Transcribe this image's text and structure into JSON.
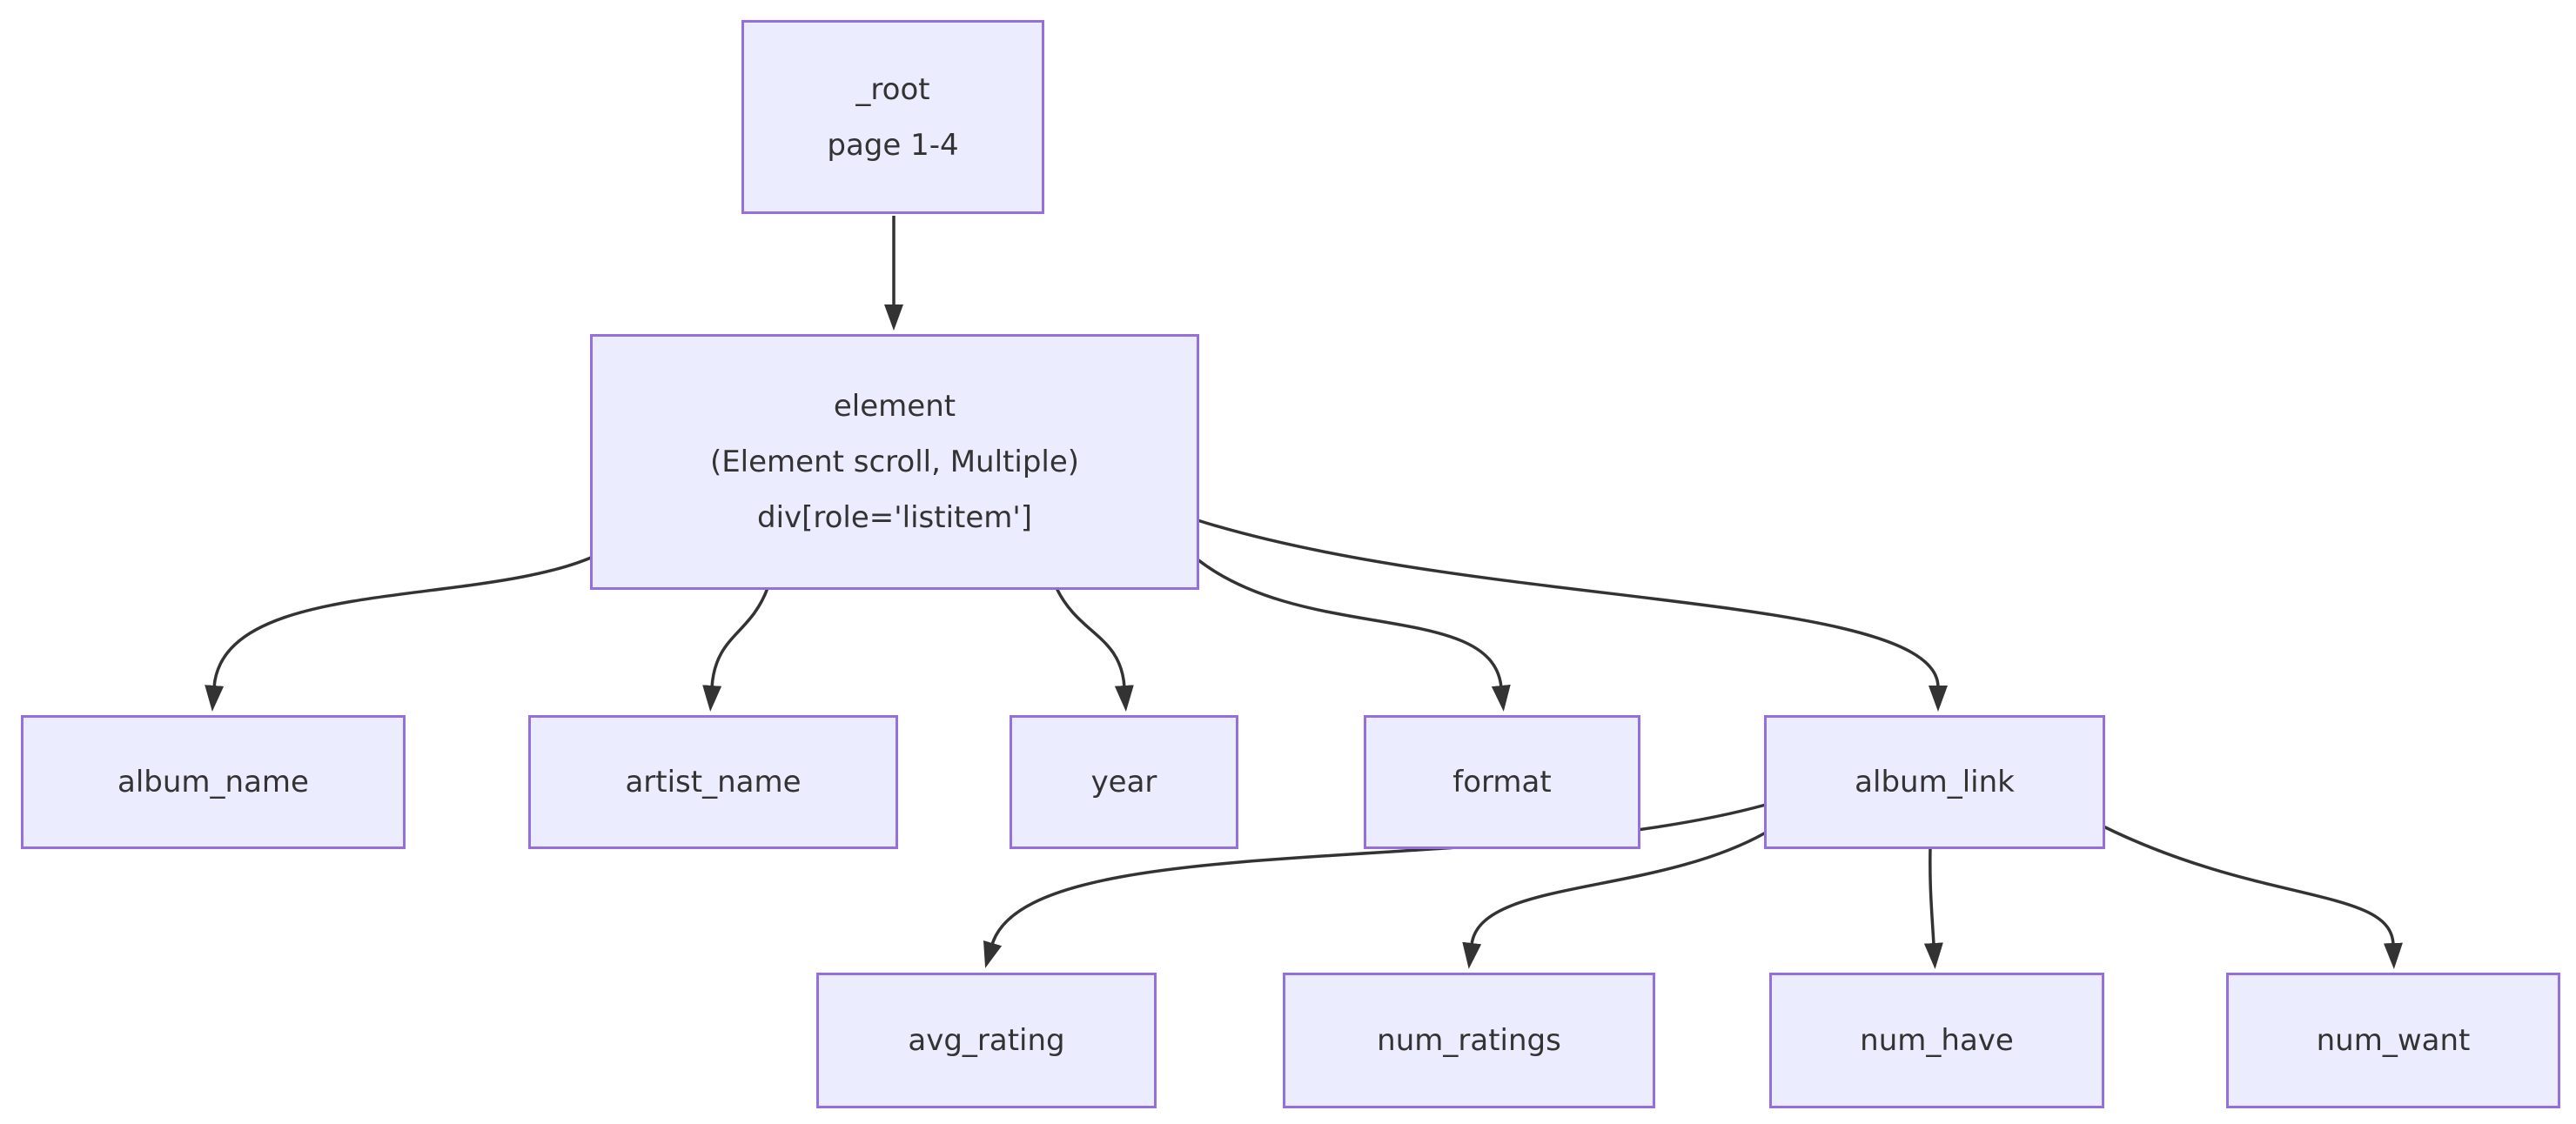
{
  "diagram": {
    "type": "flowchart",
    "direction": "top-down",
    "colors": {
      "background": "#FFFFFF",
      "node_fill": "#ECECFF",
      "node_border": "#9370DB",
      "edge": "#333333",
      "text": "#333333"
    },
    "nodes": [
      {
        "id": "_root",
        "lines": [
          "_root",
          "page 1-4"
        ]
      },
      {
        "id": "element",
        "lines": [
          "element",
          "(Element scroll, Multiple)",
          "div[role='listitem']"
        ]
      },
      {
        "id": "album_name",
        "lines": [
          "album_name"
        ]
      },
      {
        "id": "artist_name",
        "lines": [
          "artist_name"
        ]
      },
      {
        "id": "year",
        "lines": [
          "year"
        ]
      },
      {
        "id": "format",
        "lines": [
          "format"
        ]
      },
      {
        "id": "album_link",
        "lines": [
          "album_link"
        ]
      },
      {
        "id": "avg_rating",
        "lines": [
          "avg_rating"
        ]
      },
      {
        "id": "num_ratings",
        "lines": [
          "num_ratings"
        ]
      },
      {
        "id": "num_have",
        "lines": [
          "num_have"
        ]
      },
      {
        "id": "num_want",
        "lines": [
          "num_want"
        ]
      }
    ],
    "edges": [
      {
        "from": "_root",
        "to": "element"
      },
      {
        "from": "element",
        "to": "album_name"
      },
      {
        "from": "element",
        "to": "artist_name"
      },
      {
        "from": "element",
        "to": "year"
      },
      {
        "from": "element",
        "to": "format"
      },
      {
        "from": "element",
        "to": "album_link"
      },
      {
        "from": "album_link",
        "to": "avg_rating"
      },
      {
        "from": "album_link",
        "to": "num_ratings"
      },
      {
        "from": "album_link",
        "to": "num_have"
      },
      {
        "from": "album_link",
        "to": "num_want"
      }
    ]
  }
}
